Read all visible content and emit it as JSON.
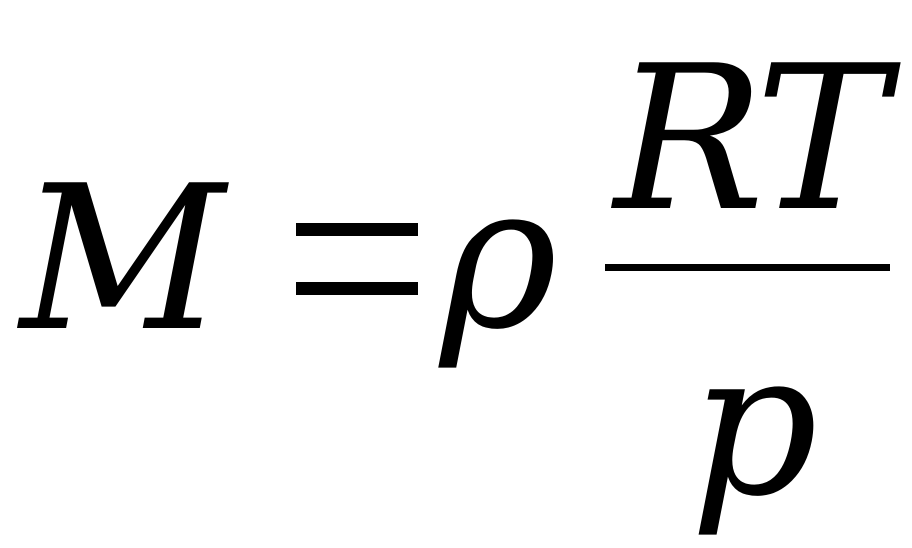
{
  "formula": {
    "lhs": "M",
    "operator": "=",
    "coefficient": "ρ",
    "numerator": "RT",
    "denominator": "p"
  },
  "colors": {
    "text": "#000000",
    "background": "#ffffff"
  }
}
